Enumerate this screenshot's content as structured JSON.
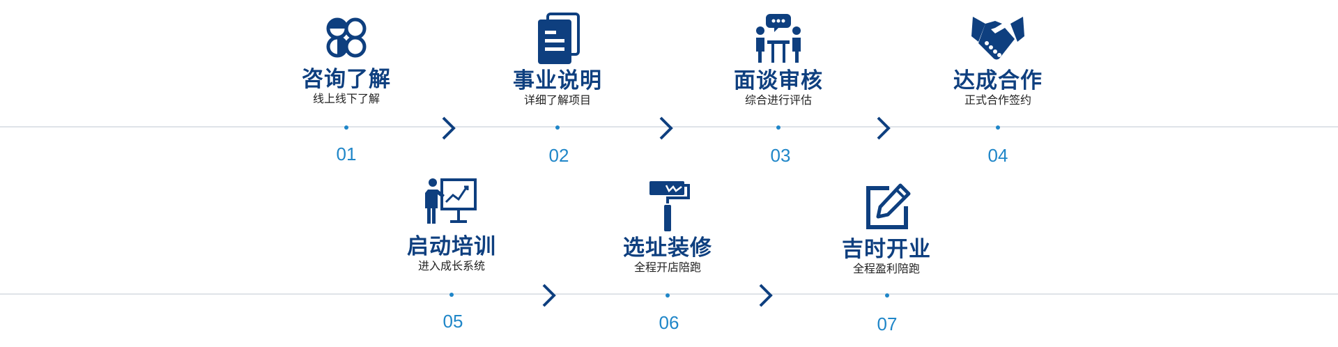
{
  "colors": {
    "icon": "#0e3f7f",
    "accent": "#1f86c8",
    "line": "#dfe3e8"
  },
  "steps": [
    {
      "icon": "clover-icon",
      "title": "咨询了解",
      "subtitle": "线上线下了解",
      "number": "01"
    },
    {
      "icon": "document-icon",
      "title": "事业说明",
      "subtitle": "详细了解项目",
      "number": "02"
    },
    {
      "icon": "meeting-icon",
      "title": "面谈审核",
      "subtitle": "综合进行评估",
      "number": "03"
    },
    {
      "icon": "handshake-icon",
      "title": "达成合作",
      "subtitle": "正式合作签约",
      "number": "04"
    },
    {
      "icon": "presentation-icon",
      "title": "启动培训",
      "subtitle": "进入成长系统",
      "number": "05"
    },
    {
      "icon": "paint-roller-icon",
      "title": "选址装修",
      "subtitle": "全程开店陪跑",
      "number": "06"
    },
    {
      "icon": "edit-icon",
      "title": "吉时开业",
      "subtitle": "全程盈利陪跑",
      "number": "07"
    }
  ]
}
